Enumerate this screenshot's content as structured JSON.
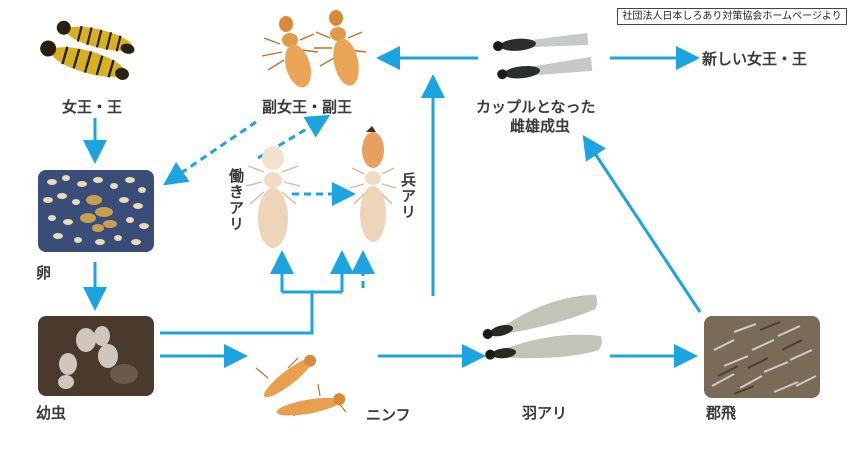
{
  "credit": "社団法人日本しろあり対策協会ホームページより",
  "labels": {
    "queen_king": "女王・王",
    "sub_queen_king": "副女王・副王",
    "couple_line1": "カップルとなった",
    "couple_line2": "雌雄成虫",
    "new_queen_king": "新しい女王・王",
    "egg": "卵",
    "worker": "働きアリ",
    "soldier": "兵アリ",
    "larva": "幼虫",
    "nymph": "ニンフ",
    "alate": "羽アリ",
    "swarming": "郡飛"
  },
  "colors": {
    "arrow": "#1ca4e0",
    "label": "#3a3a3a",
    "egg_bg": "#3a4d78",
    "larva_bg": "#4a3a2e",
    "swarm_bg": "#7a6a58",
    "termite_body": "#e8a050",
    "queen_stripe": "#d8b020"
  },
  "icons": [
    "queen-king-termite-icon",
    "sub-queen-termite-icon",
    "worker-termite-icon",
    "soldier-termite-icon",
    "nymph-termite-icon",
    "alate-termite-icon",
    "couple-termite-icon"
  ]
}
